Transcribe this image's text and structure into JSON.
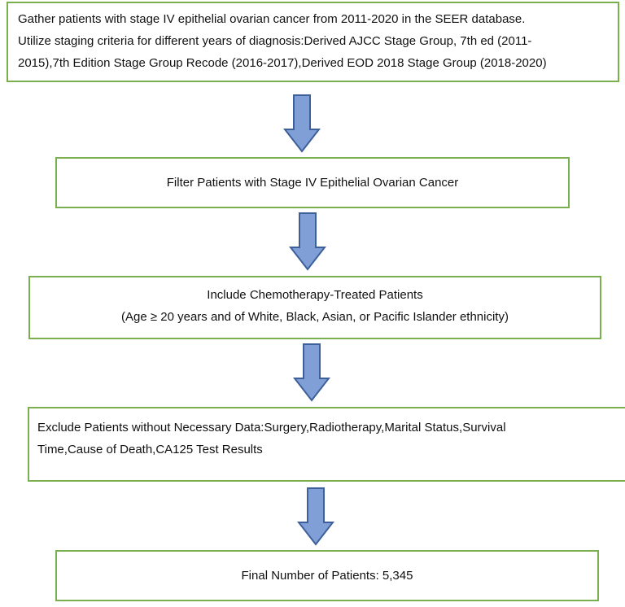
{
  "flowchart": {
    "steps": [
      {
        "line1": "Gather patients with stage IV epithelial ovarian cancer from 2011-2020 in the SEER database.",
        "line2": "Utilize staging criteria for different years of diagnosis:Derived AJCC Stage Group, 7th ed (2011-",
        "line3": "2015),7th Edition Stage Group Recode (2016-2017),Derived EOD 2018 Stage Group (2018-2020)"
      },
      {
        "text": "Filter Patients with Stage IV Epithelial Ovarian Cancer"
      },
      {
        "line1": "Include Chemotherapy-Treated Patients",
        "line2": "(Age ≥ 20 years and of White, Black, Asian, or Pacific Islander ethnicity)"
      },
      {
        "line1": "Exclude Patients without Necessary Data:Surgery,Radiotherapy,Marital Status,Survival",
        "line2": "Time,Cause of Death,CA125 Test Results"
      },
      {
        "text": "Final Number of Patients: 5,345"
      }
    ]
  },
  "colors": {
    "box_border": "#7aaf4f",
    "arrow_fill": "#7f9fd6",
    "arrow_stroke": "#3d5f9a"
  }
}
